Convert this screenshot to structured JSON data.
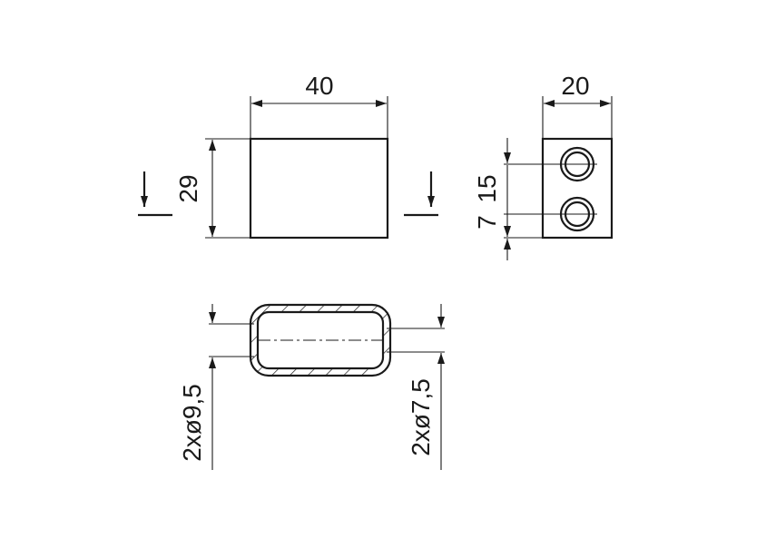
{
  "dimensions": {
    "front_width": "40",
    "front_height": "29",
    "side_width": "20",
    "side_hole_spacing": "15",
    "side_hole_offset": "7",
    "outer_diameter": "2xø9,5",
    "inner_diameter": "2xø7,5"
  }
}
